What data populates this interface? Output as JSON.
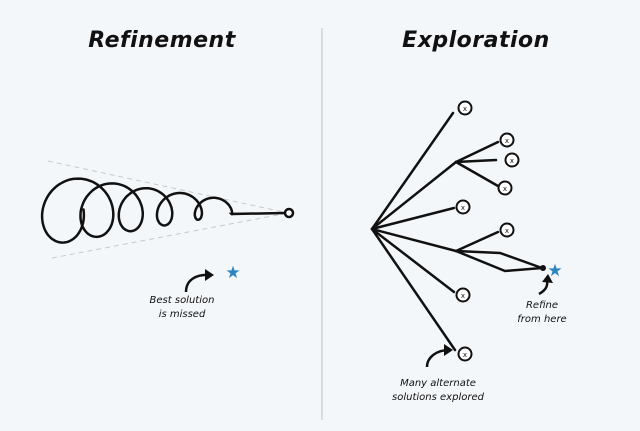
{
  "left_panel": {
    "title": "Refinement",
    "note_line1": "Best solution",
    "note_line2": "is missed"
  },
  "right_panel": {
    "title": "Exploration",
    "node_label": "x",
    "refine_note_line1": "Refine",
    "refine_note_line2": "from here",
    "explore_note_line1": "Many alternate",
    "explore_note_line2": "solutions explored"
  },
  "colors": {
    "ink": "#111111",
    "star": "#2e86c1",
    "dashed": "#c8c8c8"
  }
}
